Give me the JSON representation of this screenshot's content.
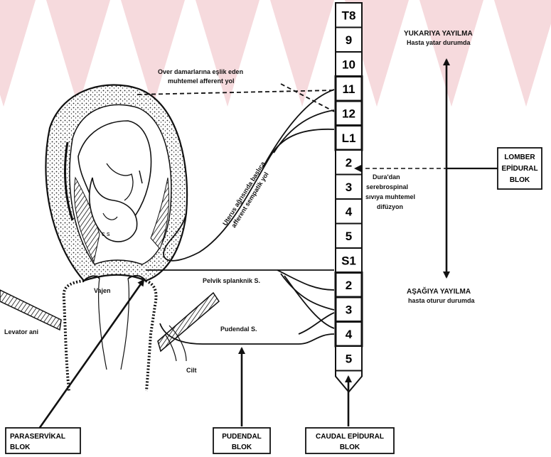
{
  "colors": {
    "watermark": "#f6dadd",
    "ink": "#111111"
  },
  "spine_segments": [
    "T8",
    "9",
    "10",
    "11",
    "12",
    "L1",
    "2",
    "3",
    "4",
    "5",
    "S1",
    "2",
    "3",
    "4",
    "5"
  ],
  "labels": {
    "ovary_line1": "Over damarlarına eşlik eden",
    "ovary_line2": "muhtemel afferent yol",
    "uterus_line1": "Uterus ağrısında başlıca",
    "uterus_line2": "afferent sempatik yol",
    "dura_line1": "Dura'dan",
    "dura_line2": "serebrospinal",
    "dura_line3": "sıvıya muhtemel",
    "dura_line4": "difüzyon",
    "pelvic": "Pelvik splanknik S.",
    "pudendal_nerve": "Pudendal S.",
    "vagina": "Vajen",
    "levator": "Levator ani",
    "skin": "Cilt"
  },
  "spread": {
    "up_title": "YUKARIYA YAYILMA",
    "up_sub": "Hasta yatar durumda",
    "down_title": "AŞAĞIYA YAYILMA",
    "down_sub": "hasta oturur durumda"
  },
  "boxes": {
    "lumbar": [
      "LOMBER",
      "EPİDURAL",
      "BLOK"
    ],
    "paracervical": [
      "PARASERVİKAL",
      "BLOK"
    ],
    "pudendal": [
      "PUDENDAL",
      "BLOK"
    ],
    "caudal": [
      "CAUDAL EPİDURAL",
      "BLOK"
    ]
  }
}
